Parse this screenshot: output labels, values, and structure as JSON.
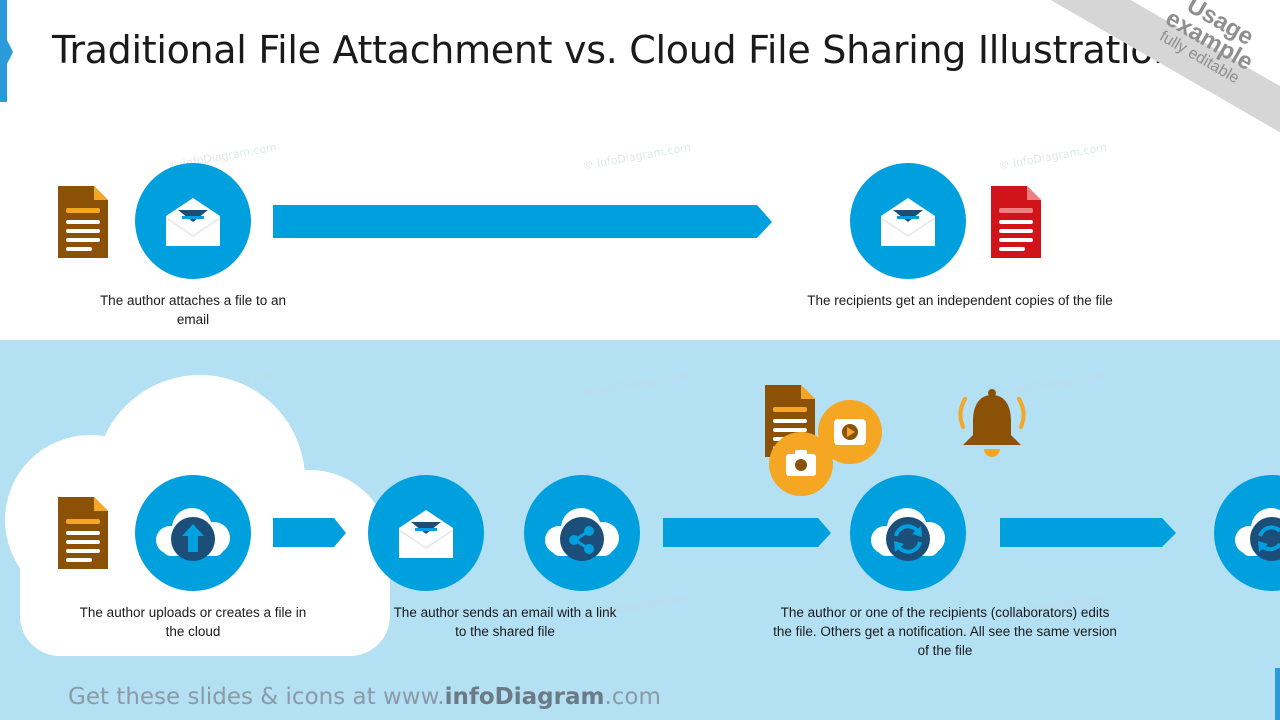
{
  "title": "Traditional File Attachment vs. Cloud File Sharing Illustration",
  "badge": {
    "line1": "Usage",
    "line2": "example",
    "line3": "fully editable"
  },
  "watermark": "© infoDiagram.com",
  "top_row": {
    "caption_left": "The author attaches a file to an email",
    "caption_right": "The recipients get an independent  copies of the file"
  },
  "bottom_row": {
    "caption_1": "The author uploads or creates a file in the cloud",
    "caption_2": "The author sends an email with a link to the shared file",
    "caption_3": "The author or one of the recipients (collaborators) edits the file. Others get a notification. All see the same version of the file"
  },
  "footer": {
    "prefix": "Get these slides & icons at www.",
    "brand": "infoDiagram",
    "suffix": ".com"
  },
  "colors": {
    "blue": "#00a0df",
    "dark_navy": "#1b4f7a",
    "brown": "#8b5207",
    "orange": "#f5a623",
    "red": "#d0141a",
    "band": "#b4e0f4"
  }
}
